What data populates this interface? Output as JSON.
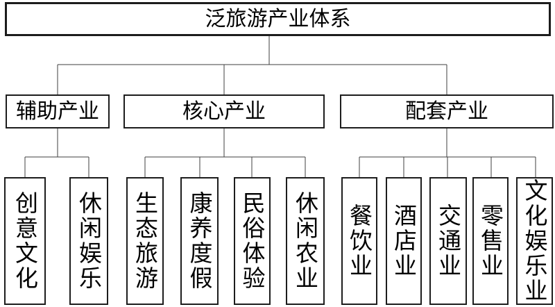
{
  "org_chart": {
    "root": {
      "label": "泛旅游产业体系"
    },
    "branches": [
      {
        "label": "辅助产业",
        "children": [
          {
            "label": "创意文化"
          },
          {
            "label": "休闲娱乐"
          }
        ]
      },
      {
        "label": "核心产业",
        "children": [
          {
            "label": "生态旅游"
          },
          {
            "label": "康养度假"
          },
          {
            "label": "民俗体验"
          },
          {
            "label": "休闲农业"
          }
        ]
      },
      {
        "label": "配套产业",
        "children": [
          {
            "label": "餐饮业"
          },
          {
            "label": "酒店业"
          },
          {
            "label": "交通业"
          },
          {
            "label": "零售业"
          },
          {
            "label": "文化娱乐业"
          }
        ]
      }
    ],
    "colors": {
      "border": "#1c1c1c",
      "line": "#3f3f3f",
      "text": "#000000",
      "background": "#ffffff"
    }
  }
}
